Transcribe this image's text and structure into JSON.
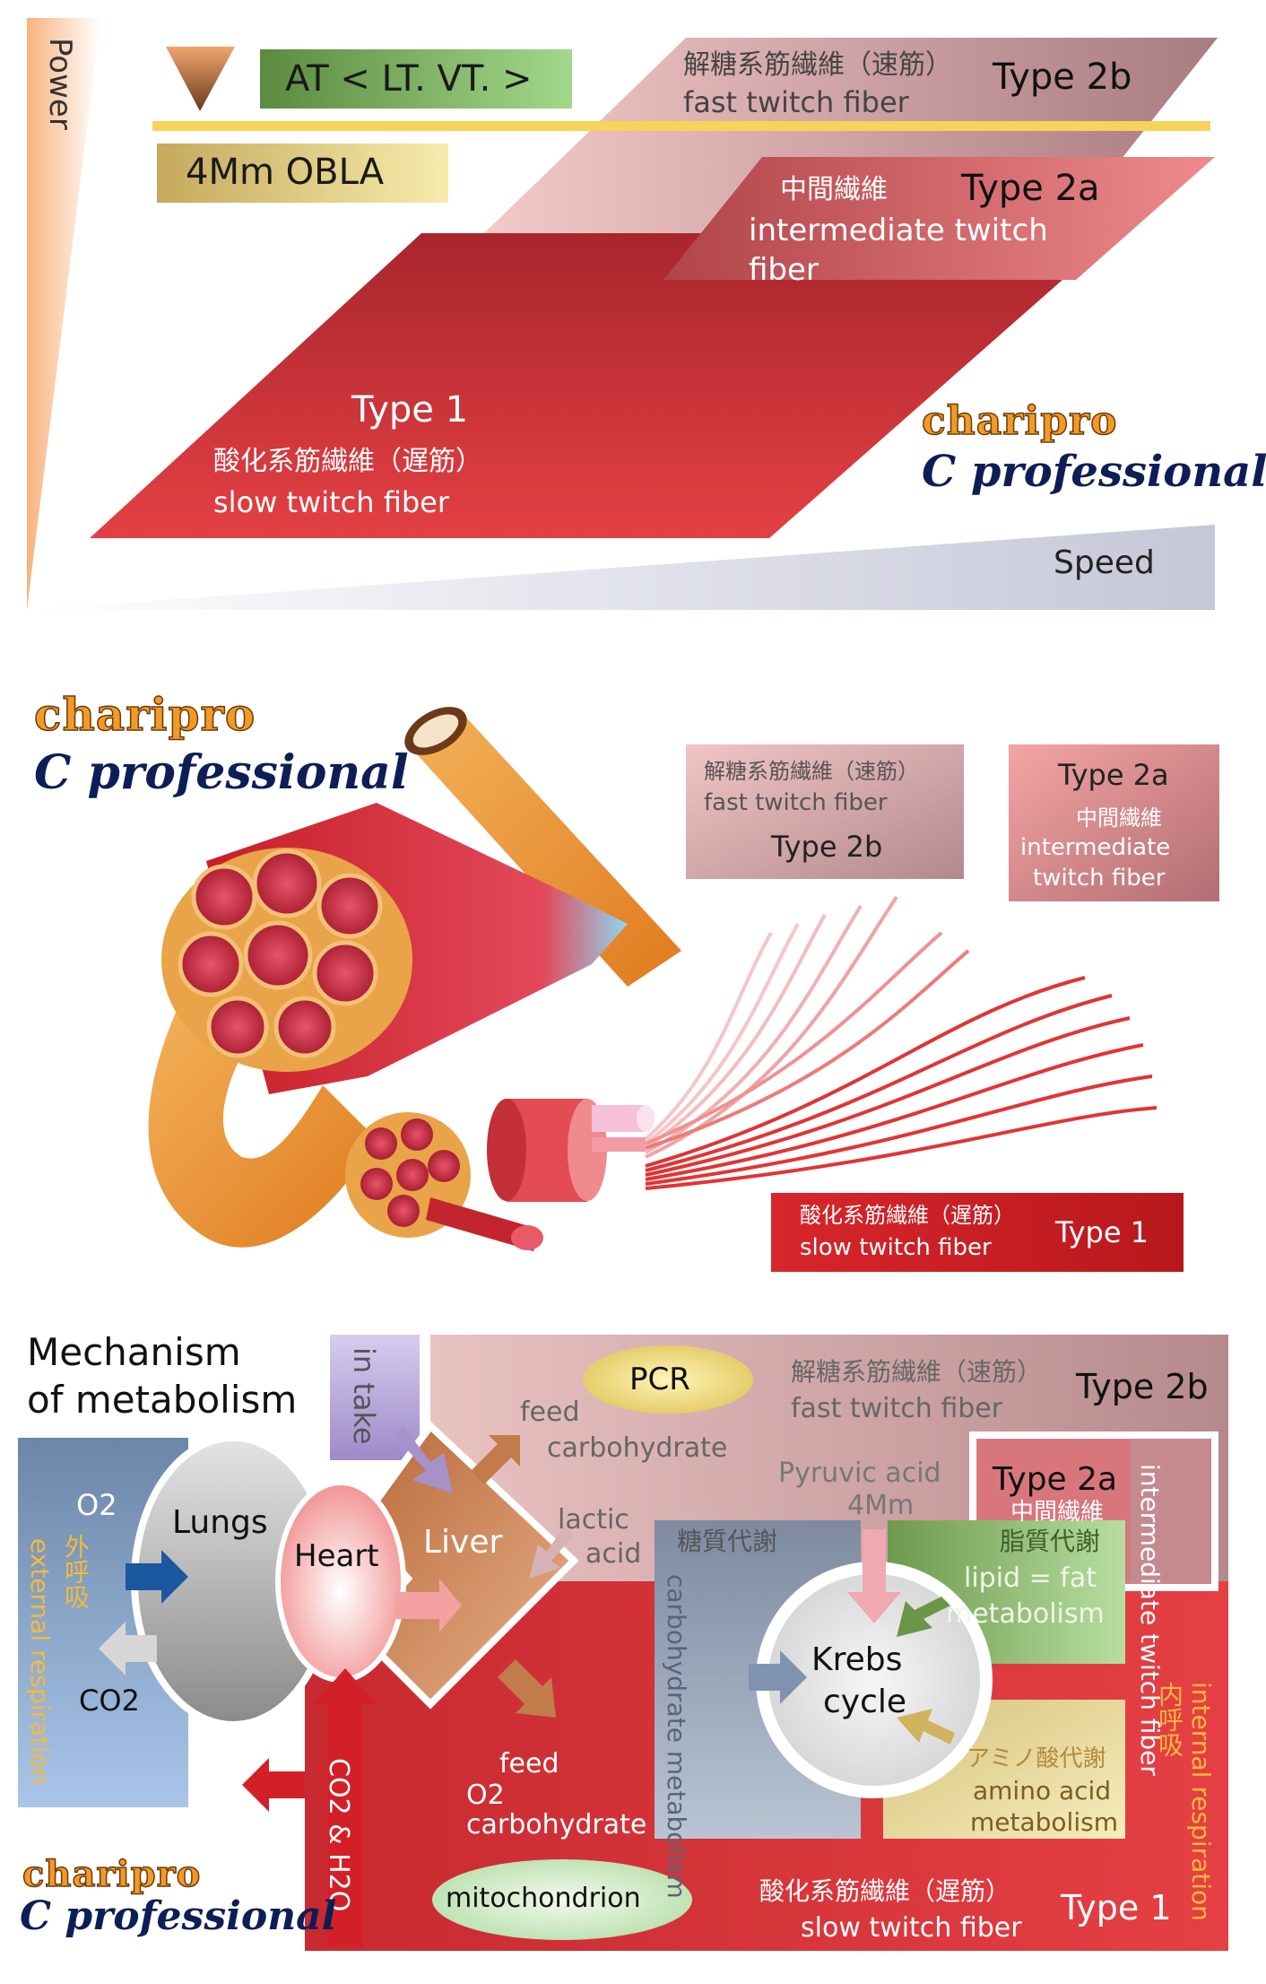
{
  "panel1": {
    "power": "Power",
    "speed": "Speed",
    "at_label": "AT < LT. VT. >",
    "obla_label": "4Mm  OBLA",
    "type2b": {
      "jp": "解糖系筋繊維（速筋）",
      "en": "fast twitch fiber",
      "type": "Type 2b"
    },
    "type2a": {
      "jp": "中間繊維",
      "en1": "intermediate  twitch",
      "en2": "fiber",
      "type": "Type 2a"
    },
    "type1": {
      "type": "Type 1",
      "jp": "酸化系筋繊維（遅筋）",
      "en": "slow twitch fiber"
    },
    "brand_top": "charipro",
    "brand_bottom": "C professional"
  },
  "panel2": {
    "brand_top": "charipro",
    "brand_bottom": "C professional",
    "type2b": {
      "jp": "解糖系筋繊維（速筋）",
      "en": "fast twitch fiber",
      "type": "Type 2b"
    },
    "type2a": {
      "type": "Type 2a",
      "jp": "中間繊維",
      "en1": "intermediate",
      "en2": "twitch fiber"
    },
    "type1": {
      "jp": "酸化系筋繊維（遅筋）",
      "en": "slow twitch fiber",
      "type": "Type 1"
    }
  },
  "panel3": {
    "title1": "Mechanism",
    "title2": "of metabolism",
    "intake": "in take",
    "o2": "O2",
    "co2": "CO2",
    "external_jp": "外呼吸",
    "external_en": "external respiration",
    "lungs": "Lungs",
    "heart": "Heart",
    "liver": "Liver",
    "pcr": "PCR",
    "feed_top": "feed",
    "carbohydrate_top": "carbohydrate",
    "lactic": "lactic",
    "acid": "acid",
    "pyruvic": "Pyruvic acid",
    "four_mm": "4Mm",
    "type2b_jp": "解糖系筋繊維（速筋）",
    "type2b_en": "fast twitch fiber",
    "type2b": "Type 2b",
    "type2a": "Type 2a",
    "type2a_jp": "中間繊維",
    "type2a_vert_en": "intermediate twitch fiber",
    "carb_jp": "糖質代謝",
    "carb_en": "carbohydrate metabolism",
    "lipid_jp": "脂質代謝",
    "lipid_en1": "lipid = fat",
    "lipid_en2": "metabolism",
    "krebs1": "Krebs",
    "krebs2": "cycle",
    "amino_jp": "アミノ酸代謝",
    "amino_en1": "amino acid",
    "amino_en2": "metabolism",
    "internal_jp": "内呼吸",
    "internal_en": "internal respiration",
    "feed_bot": "feed",
    "o2_bot": "O2",
    "carbohydrate_bot": "carbohydrate",
    "co2_h2o": "CO2 & H2O",
    "mitochondrion": "mitochondrion",
    "type1_jp": "酸化系筋繊維（遅筋）",
    "type1_en": "slow twitch fiber",
    "type1": "Type 1",
    "brand_top": "charipro",
    "brand_bottom": "C professional"
  }
}
